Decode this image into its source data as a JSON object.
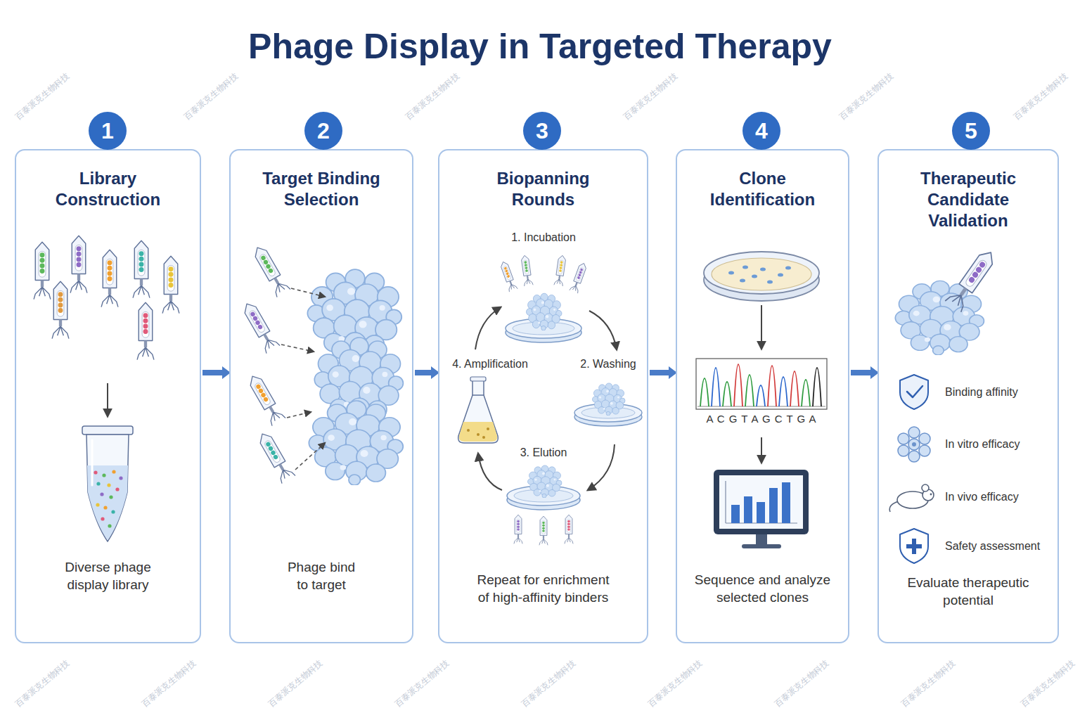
{
  "diagram": {
    "title": "Phage Display in Targeted Therapy",
    "nodes": [
      {
        "text": [
          "1"
        ]
      },
      {
        "text": [
          "Library Construction",
          "Diverse phage display library"
        ]
      },
      {
        "text": [
          "2"
        ]
      },
      {
        "text": [
          "Target Binding Selection",
          "Phage bind to target"
        ]
      },
      {
        "text": [
          "3"
        ]
      },
      {
        "text": [
          "Biopanning Rounds",
          "Repeat for enrichment of high-affinity binders"
        ]
      },
      {
        "text": [
          "4"
        ]
      },
      {
        "text": [
          "Clone Identification",
          "Sequence and analyze selected clones"
        ]
      },
      {
        "text": [
          "5"
        ]
      },
      {
        "text": [
          "Therapeutic Candidate Validation",
          "Evaluate therapeutic potential"
        ]
      }
    ],
    "edges": [
      {
        "from": 1,
        "to": 3,
        "arrow": "to"
      },
      {
        "from": 3,
        "to": 5,
        "arrow": "to"
      },
      {
        "from": 5,
        "to": 7,
        "arrow": "to"
      },
      {
        "from": 7,
        "to": 9,
        "arrow": "to"
      }
    ],
    "labels": [
      "1. Incubation",
      "2. Washing",
      "3. Elution",
      "4. Amplification",
      "A C G T A G C T G A",
      "Binding affinity",
      "In vitro efficacy",
      "In vivo efficacy",
      "Safety assessment",
      "百泰派克生物科技",
      "百泰派克生物科技",
      "百泰派克生物科技",
      "百泰派克生物科技",
      "百泰派克生物科技",
      "百泰派克生物科技",
      "百泰派克生物科技",
      "百泰派克生物科技",
      "百泰派克生物科技",
      "百泰派克生物科技",
      "百泰派克生物科技",
      "百泰派克生物科技",
      "百泰派克生物科技",
      "百泰派克生物科技",
      "百泰派克生物科技"
    ]
  }
}
